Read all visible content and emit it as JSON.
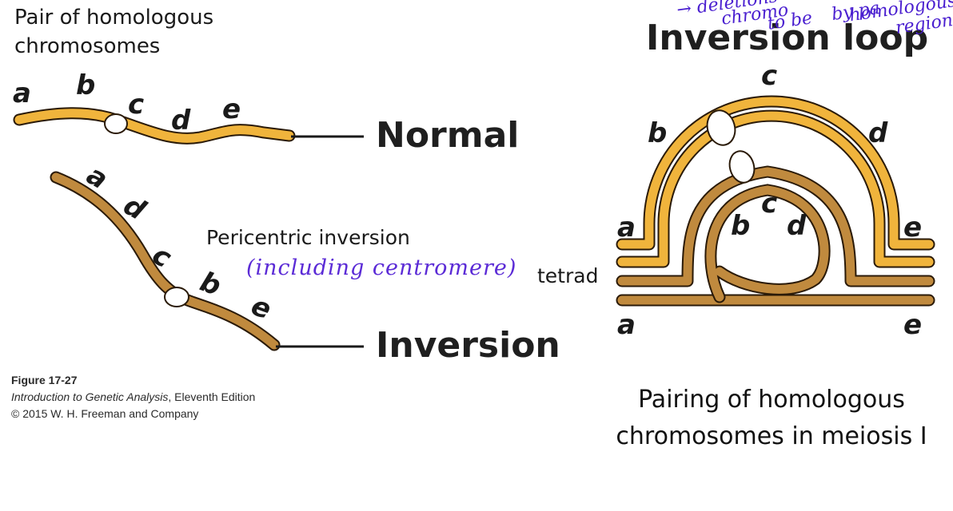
{
  "left": {
    "title": "Pair of homologous chromosomes",
    "normal": {
      "label": "Normal",
      "genes": [
        "a",
        "b",
        "c",
        "d",
        "e"
      ]
    },
    "inversion": {
      "label": "Inversion",
      "genes": [
        "a",
        "d",
        "c",
        "b",
        "e"
      ]
    },
    "annotation": "Pericentric inversion",
    "handwritten_note": "(including centromere)"
  },
  "right": {
    "title": "Inversion loop",
    "genes_outer": {
      "a_left": "a",
      "b": "b",
      "c_top": "c",
      "d": "d",
      "e_right": "e"
    },
    "genes_inner": {
      "b": "b",
      "c": "c",
      "d": "d"
    },
    "genes_bottom": {
      "a": "a",
      "e": "e"
    },
    "tetrad_label": "tetrad",
    "caption": "Pairing of homologous chromosomes in meiosis I",
    "handwritten_scribble": [
      "→ deletions",
      "chromo",
      "to be",
      "by pa",
      "homologous",
      "region"
    ]
  },
  "figure_credit": {
    "number": "Figure 17-27",
    "book": "Introduction to Genetic Analysis",
    "edition": ", Eleventh Edition",
    "copyright": "© 2015 W. H. Freeman and Company"
  },
  "colors": {
    "normal_chromosome": "#f0b43c",
    "inverted_chromosome": "#c08a3e",
    "outline": "#2a1a08",
    "centromere": "#ffffff",
    "handwriting": "#5b2bd6"
  }
}
